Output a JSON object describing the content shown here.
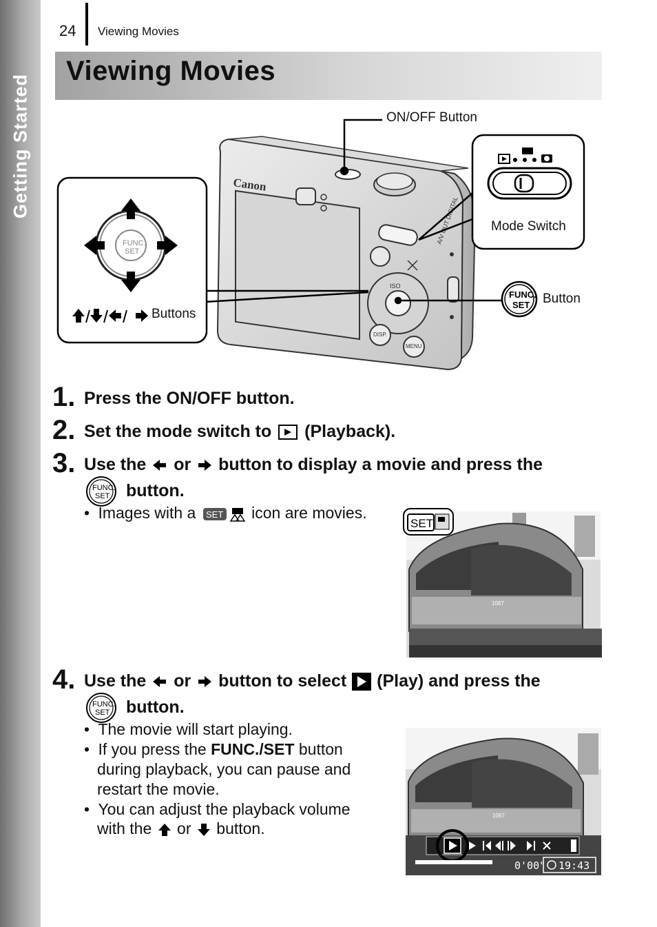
{
  "side_tab": "Getting Started",
  "page_number": "24",
  "running_head": "Viewing Movies",
  "title": "Viewing Movies",
  "diagram": {
    "on_off_label": "ON/OFF Button",
    "mode_switch_label": "Mode Switch",
    "func_button_label": "Button",
    "arrow_buttons_label": "Buttons",
    "canon_logo": "Canon",
    "func_text": "FUNC.",
    "set_text": "SET",
    "disp_text": "DISP.",
    "menu_text": "MENU",
    "iso_text": "ISO",
    "digital_text": "A/V OUT DIGITAL"
  },
  "steps": [
    {
      "num": "1.",
      "text": "Press the ON/OFF button."
    },
    {
      "num": "2.",
      "text_before": "Set the mode switch to",
      "text_after": "(Playback)."
    },
    {
      "num": "3.",
      "p1": "Use the",
      "p2": "or",
      "p3": "button to display a movie and press the",
      "p4": "button.",
      "bullet_pre": "Images with a",
      "bullet_post": "icon are movies."
    },
    {
      "num": "4.",
      "p1": "Use the",
      "p2": "or",
      "p3": "button to select",
      "p4": "(Play) and press the",
      "p5": "button.",
      "b1": "The movie will start playing.",
      "b2_pre": "If you press the",
      "b2_bold": "FUNC./SET",
      "b2_post": "button",
      "b2_l2": "during playback, you can pause and",
      "b2_l3": "restart the movie.",
      "b3_l1": "You can adjust the playback volume",
      "b3_pre": "with the",
      "b3_mid": "or",
      "b3_post": "button."
    }
  ],
  "bullet_char": "•",
  "photo1": {
    "set_label": "SET",
    "train_number": "1067"
  },
  "photo2": {
    "time_elapsed": "0'00\"",
    "time_total": "19:43",
    "train_number": "1067"
  }
}
